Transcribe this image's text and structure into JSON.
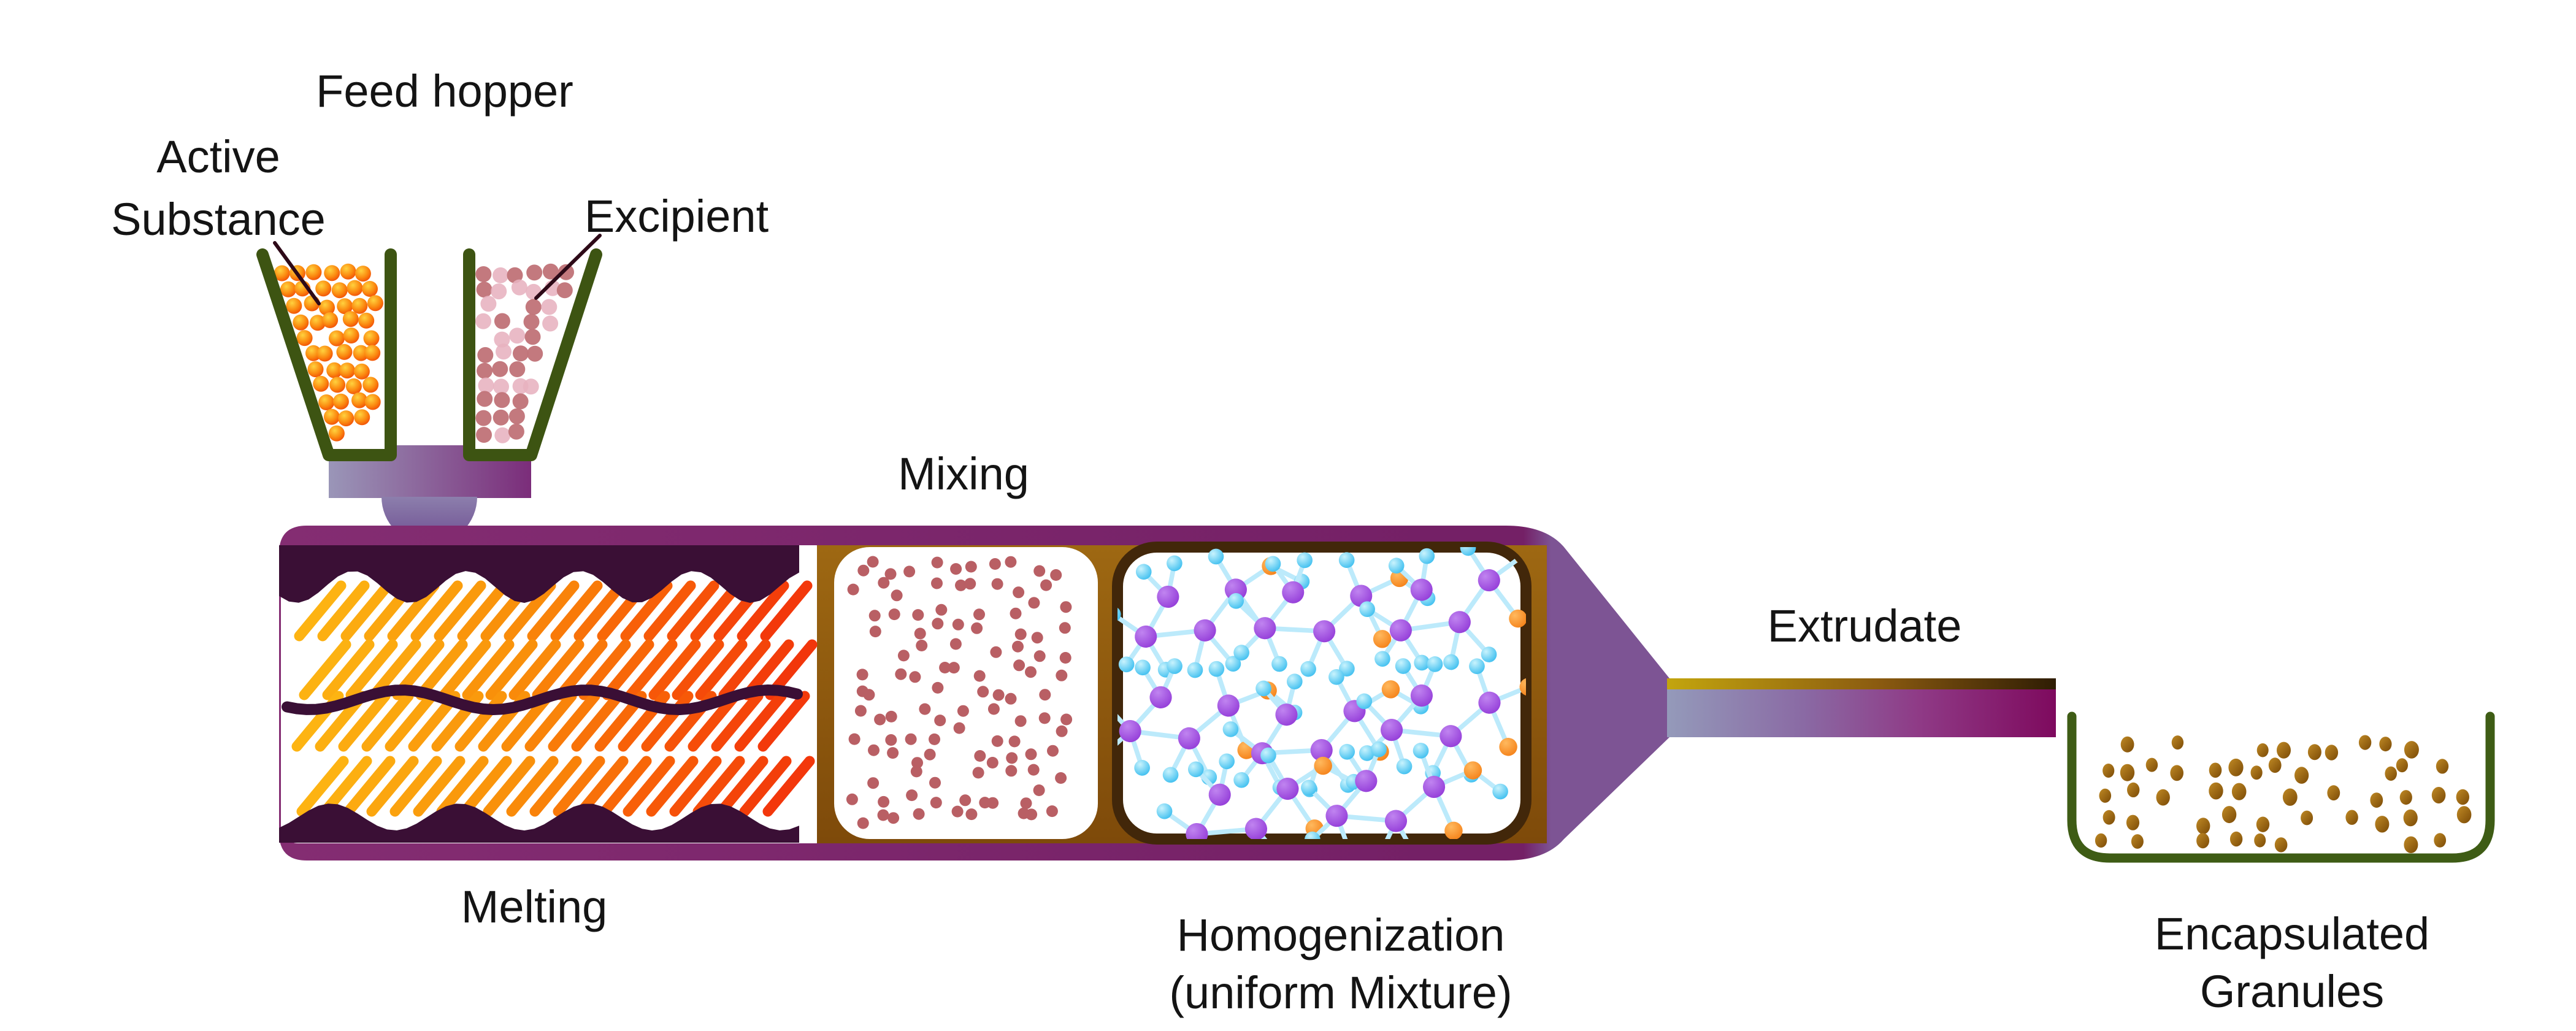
{
  "labels": {
    "feed_hopper": "Feed hopper",
    "active_line1": "Active",
    "active_line2": "Substance",
    "excipient": "Excipient",
    "mixing": "Mixing",
    "melting": "Melting",
    "homogenization_line1": "Homogenization",
    "homogenization_line2": "(uniform Mixture)",
    "extrudate": "Extrudate",
    "encapsulated_line1": "Encapsulated",
    "encapsulated_line2": "Granules"
  },
  "colors": {
    "background": "#ffffff",
    "text": "#141414",
    "leader": "#2e0a18",
    "funnel_stroke": "#3d5412",
    "active_core": "#ffd23e",
    "active_mid": "#fb8a10",
    "active_edge": "#ef4005",
    "excipient_dark": "#c1757a",
    "excipient_light": "#e7b2bf",
    "block_left": "#9a96b8",
    "block_right": "#7b2d7a",
    "spout_top": "#8d80ad",
    "spout_bottom": "#6d4c90",
    "casing_left": "#842d72",
    "casing_mid": "#742066",
    "cone": "#7d5494",
    "plum": "#3a0f35",
    "dash_start": "#FDB813",
    "dash_mid1": "#F98E0A",
    "dash_mid2": "#F85E08",
    "dash_end": "#F2330B",
    "brown_top": "#9e6812",
    "brown_bottom": "#7e4a0a",
    "mixing_dot": "#b95f64",
    "homog_border": "#42270a",
    "bond": "#bceafb",
    "mol_purple_hi": "#c084f0",
    "mol_purple": "#8f35d6",
    "mol_cyan_hi": "#c9f3fd",
    "mol_cyan": "#2eb9ee",
    "mol_orange_hi": "#ffb95e",
    "mol_orange": "#f47c12",
    "strip_left": "#c3a50e",
    "strip_mid": "#8a5a10",
    "strip_right": "#2f1d04",
    "bar_c1": "#949aba",
    "bar_c2": "#8a6aa4",
    "bar_c3": "#8f3a86",
    "bar_c4": "#7e0a5e",
    "dish_stroke": "#3e5c15",
    "granule_light": "#c08a25",
    "granule_dark": "#7b4a06"
  },
  "decoration": {
    "active_particle_target": 52,
    "excipient_particle_target": 52,
    "mixing_dot_target": 110,
    "molecule_cluster_count": 8,
    "granule_target": 48,
    "melting_dash_rows": 4,
    "melting_dashes_per_row": 21
  }
}
